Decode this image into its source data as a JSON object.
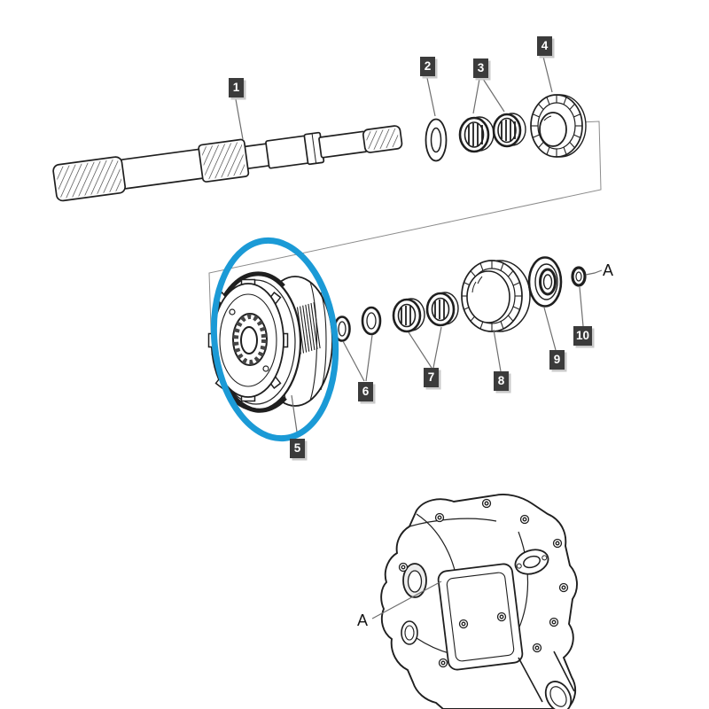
{
  "figure": {
    "type": "exploded-parts-diagram",
    "background": "#ffffff",
    "highlight_color": "#1b9ad6",
    "callout_style": {
      "bg": "#3b3b3b",
      "text_color": "#ffffff"
    },
    "ink_color": "#1f1f1f",
    "callouts": [
      {
        "id": "1",
        "label": "1"
      },
      {
        "id": "2",
        "label": "2"
      },
      {
        "id": "3",
        "label": "3"
      },
      {
        "id": "4",
        "label": "4"
      },
      {
        "id": "5",
        "label": "5"
      },
      {
        "id": "6",
        "label": "6"
      },
      {
        "id": "7",
        "label": "7"
      },
      {
        "id": "8",
        "label": "8"
      },
      {
        "id": "9",
        "label": "9"
      },
      {
        "id": "10",
        "label": "10"
      },
      {
        "id": "A-upper",
        "label": "A"
      },
      {
        "id": "A-lower",
        "label": "A"
      }
    ],
    "parts_depicted": [
      "splined-shaft",
      "thrust-washer",
      "needle-bearing-pair",
      "pinion-gear",
      "clutch-assembly-highlighted",
      "snap-ring-pair",
      "roller-bearing-pair",
      "drive-gear",
      "ball-bearing",
      "seal-ring",
      "gearbox-housing"
    ]
  }
}
